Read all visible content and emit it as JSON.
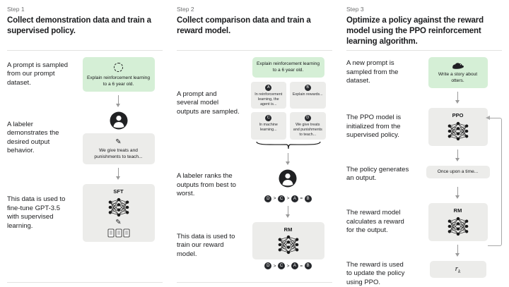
{
  "icons": {
    "pencil": "✎"
  },
  "step1": {
    "label": "Step 1",
    "title": "Collect demonstration data and train a supervised policy.",
    "ann1": "A prompt is sampled from our prompt dataset.",
    "ann2": "A labeler demonstrates the desired output behavior.",
    "ann3": "This data is used to fine-tune GPT-3.5 with supervised learning.",
    "prompt": "Explain reinforcement learning to a 6 year old.",
    "labeler_text": "We give treats and punishments to teach...",
    "model_label": "SFT"
  },
  "step2": {
    "label": "Step 2",
    "title": "Collect comparison data and train a reward model.",
    "ann1": "A prompt and several model outputs are sampled.",
    "ann2": "A labeler ranks the outputs from best to worst.",
    "ann3": "This data is used to train our reward model.",
    "prompt": "Explain reinforcement learning to a 6 year old.",
    "samples": [
      {
        "letter": "A",
        "text": "In reinforcement learning, the agent is..."
      },
      {
        "letter": "B",
        "text": "Explain rewards..."
      },
      {
        "letter": "C",
        "text": "In machine learning..."
      },
      {
        "letter": "D",
        "text": "We give treats and punishments to teach..."
      }
    ],
    "rank": {
      "l0": "D",
      "s0": ">",
      "l1": "C",
      "s1": ">",
      "l2": "A",
      "s2": "=",
      "l3": "B"
    },
    "model_label": "RM"
  },
  "step3": {
    "label": "Step 3",
    "title": "Optimize a policy against the reward model using the PPO reinforcement learning algorithm.",
    "ann1": "A new prompt is sampled from the dataset.",
    "ann2": "The PPO model is initialized from the supervised policy.",
    "ann3": "The policy generates an output.",
    "ann4": "The reward model calculates a reward for the output.",
    "ann5": "The reward is used to update the policy using PPO.",
    "prompt": "Write a story about otters.",
    "ppo_label": "PPO",
    "output_text": "Once upon a time...",
    "rm_label": "RM",
    "reward_base": "r",
    "reward_sub": "k"
  }
}
